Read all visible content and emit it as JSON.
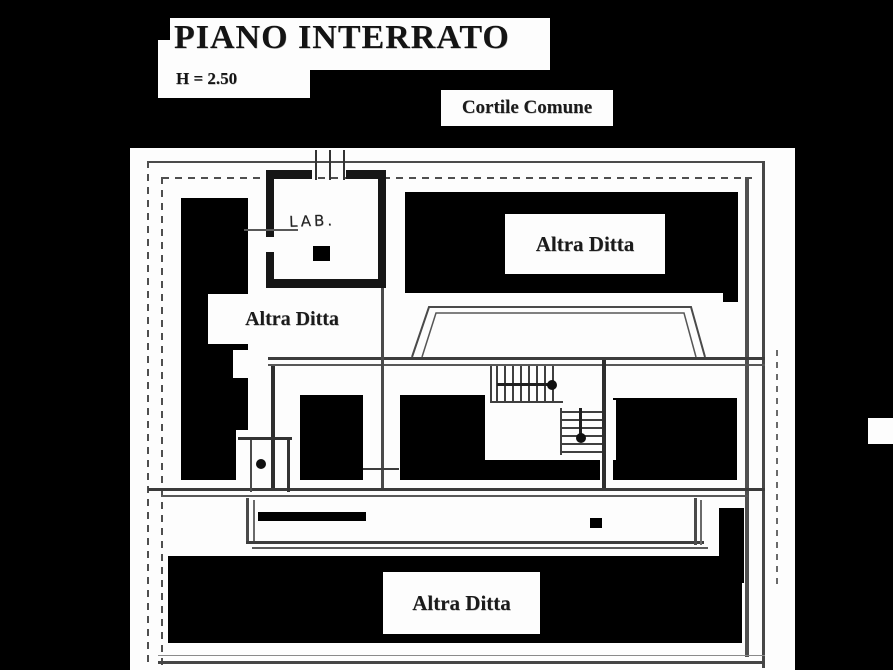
{
  "plan": {
    "title": "PIANO INTERRATO",
    "height_note": "H = 2.50",
    "courtyard_label": "Cortile Comune",
    "labels": {
      "lab_room": "LAB.",
      "upper_right_room": "Altra Ditta",
      "left_room": "Altra Ditta",
      "bottom_room": "Altra Ditta"
    },
    "colors": {
      "background": "#000000",
      "paper": "#fdfdfd",
      "ink": "#141414",
      "wall": "#161616",
      "line": "#454545"
    }
  }
}
